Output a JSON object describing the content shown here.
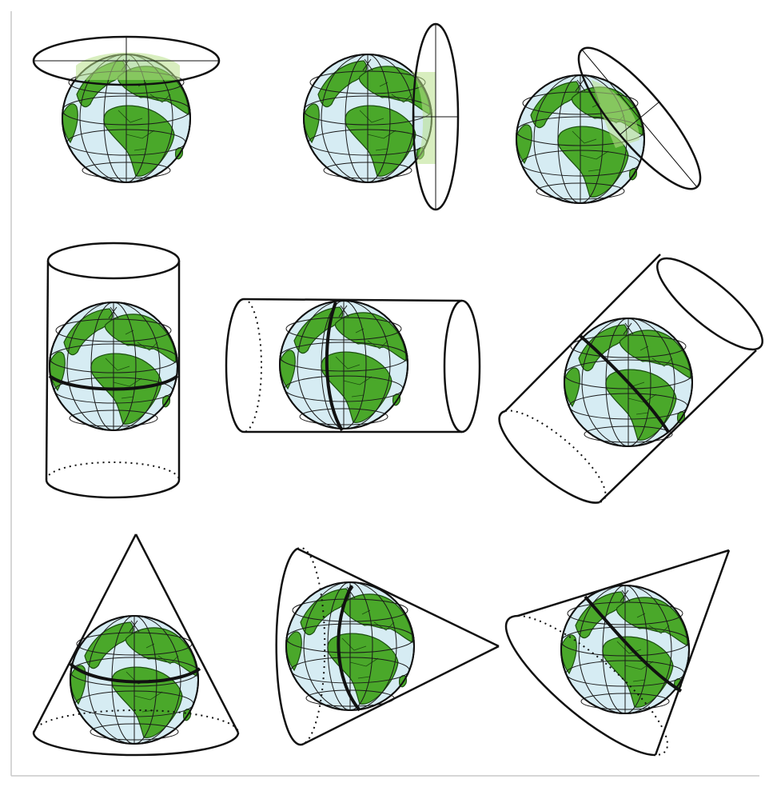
{
  "figure": {
    "colors": {
      "ocean": "#d6ecf3",
      "land": "#4aa82a",
      "land_dark": "#2f7d1a",
      "graticule": "#1a1a1a",
      "outline": "#111111",
      "tint": "#b8e08a"
    },
    "panels": [
      {
        "id": "planar-normal",
        "surface": "plane",
        "aspect": "normal"
      },
      {
        "id": "planar-transverse",
        "surface": "plane",
        "aspect": "transverse"
      },
      {
        "id": "planar-oblique",
        "surface": "plane",
        "aspect": "oblique"
      },
      {
        "id": "cylindrical-normal",
        "surface": "cylinder",
        "aspect": "normal"
      },
      {
        "id": "cylindrical-transverse",
        "surface": "cylinder",
        "aspect": "transverse"
      },
      {
        "id": "cylindrical-oblique",
        "surface": "cylinder",
        "aspect": "oblique"
      },
      {
        "id": "conic-normal",
        "surface": "cone",
        "aspect": "normal"
      },
      {
        "id": "conic-transverse",
        "surface": "cone",
        "aspect": "transverse"
      },
      {
        "id": "conic-oblique",
        "surface": "cone",
        "aspect": "oblique"
      }
    ]
  }
}
